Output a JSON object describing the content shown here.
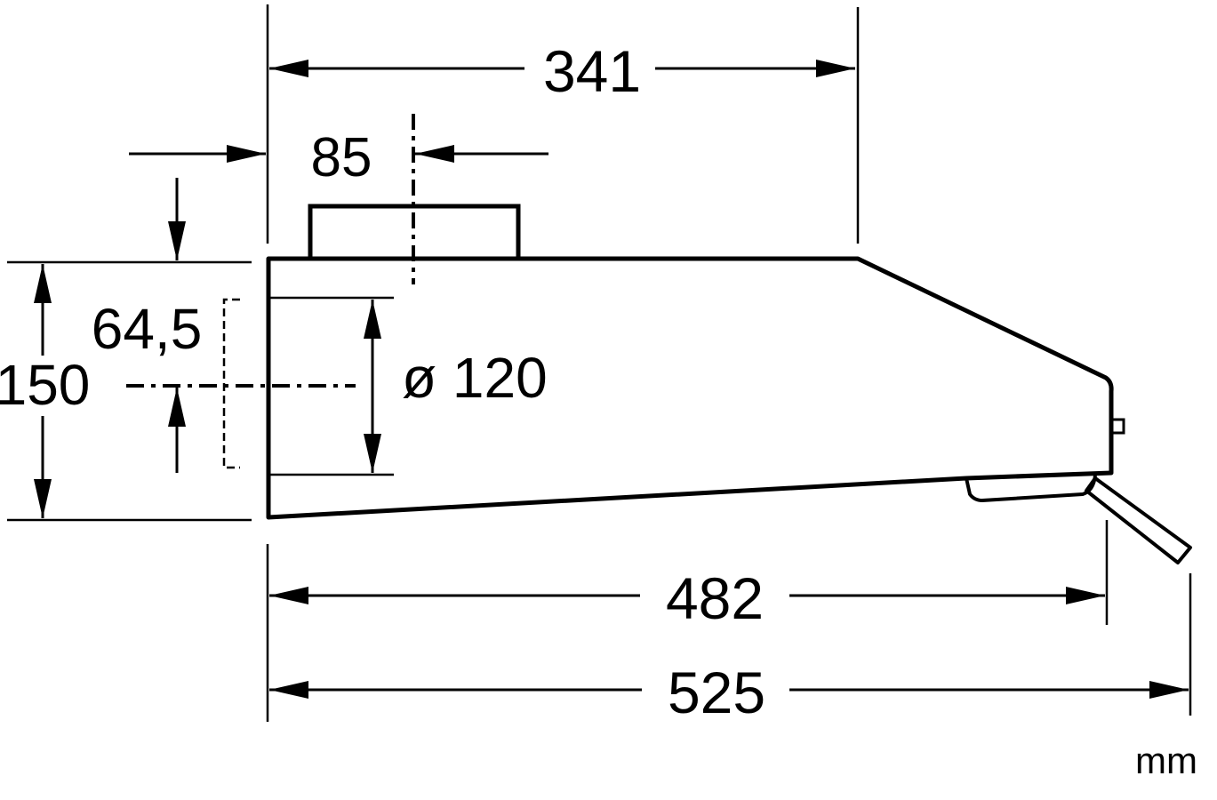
{
  "diagram": {
    "line_color": "#000000",
    "background": "#ffffff",
    "dimensions": {
      "width_top": "341",
      "outlet_offset": "85",
      "outlet_height": "64,5",
      "height_total": "150",
      "duct_diameter": "ø 120",
      "depth_body": "482",
      "depth_total": "525"
    },
    "unit": "mm"
  }
}
